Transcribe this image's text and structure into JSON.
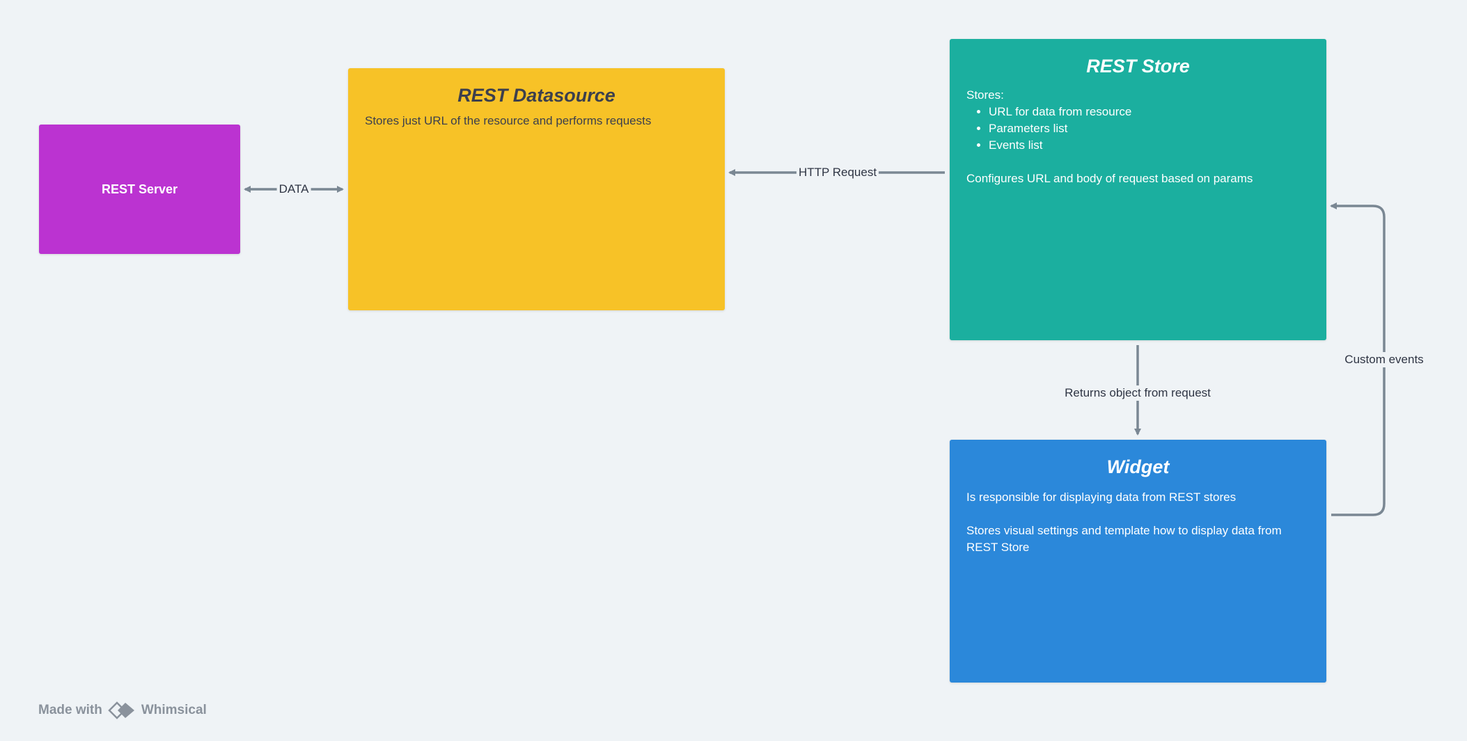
{
  "nodes": {
    "rest_server": {
      "label": "REST Server",
      "color": "#bb33d1"
    },
    "rest_datasource": {
      "title": "REST Datasource",
      "description": "Stores just URL of the resource and performs requests",
      "color": "#f7c227"
    },
    "rest_store": {
      "title": "REST Store",
      "stores_heading": "Stores:",
      "stores_items": [
        "URL for data from resource",
        "Parameters list",
        "Events list"
      ],
      "configures_text": "Configures URL and body of request based on params",
      "color": "#1baf9f"
    },
    "widget": {
      "title": "Widget",
      "line1": "Is responsible for displaying data from REST stores",
      "line2": "Stores visual settings and template how to display data from REST Store",
      "color": "#2b88da"
    }
  },
  "edges": {
    "data": "DATA",
    "http_request": "HTTP Request",
    "returns_object": "Returns object from request",
    "custom_events": "Custom events"
  },
  "footer": {
    "made_with": "Made with",
    "brand": "Whimsical"
  },
  "connector_color": "#7a8793"
}
